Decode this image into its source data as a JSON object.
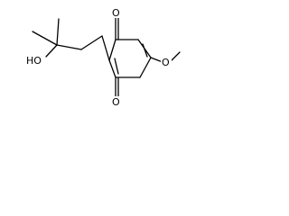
{
  "structure": {
    "atoms": {
      "ho": "HO",
      "o_top": "O",
      "o_bottom": "O",
      "o_methoxy": "O"
    }
  }
}
